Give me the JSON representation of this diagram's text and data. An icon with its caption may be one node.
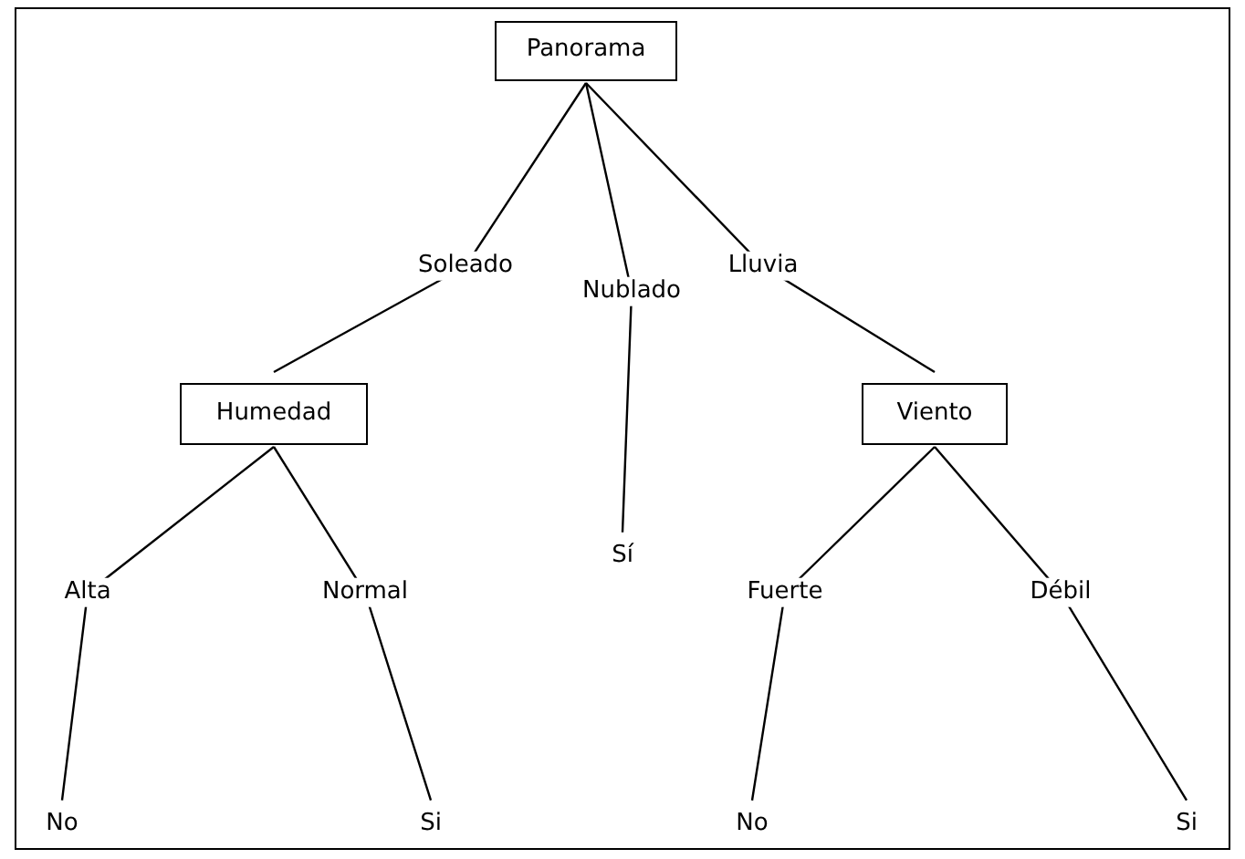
{
  "diagram": {
    "nodes": [
      {
        "text": [
          "Panorama"
        ]
      },
      {
        "text": [
          "Humedad"
        ]
      },
      {
        "text": [
          "Sí"
        ]
      },
      {
        "text": [
          "Viento"
        ]
      },
      {
        "text": [
          "No"
        ]
      },
      {
        "text": [
          "Si"
        ]
      },
      {
        "text": [
          "No"
        ]
      },
      {
        "text": [
          "Si"
        ]
      }
    ],
    "edges": [
      {
        "from": 0,
        "to": 1,
        "arrow": "none",
        "label": "Soleado"
      },
      {
        "from": 0,
        "to": 2,
        "arrow": "none",
        "label": "Nublado"
      },
      {
        "from": 0,
        "to": 3,
        "arrow": "none",
        "label": "Lluvia"
      },
      {
        "from": 1,
        "to": 4,
        "arrow": "none",
        "label": "Alta"
      },
      {
        "from": 1,
        "to": 5,
        "arrow": "none",
        "label": "Normal"
      },
      {
        "from": 3,
        "to": 6,
        "arrow": "none",
        "label": "Fuerte"
      },
      {
        "from": 3,
        "to": 7,
        "arrow": "none",
        "label": "Débil"
      }
    ]
  }
}
